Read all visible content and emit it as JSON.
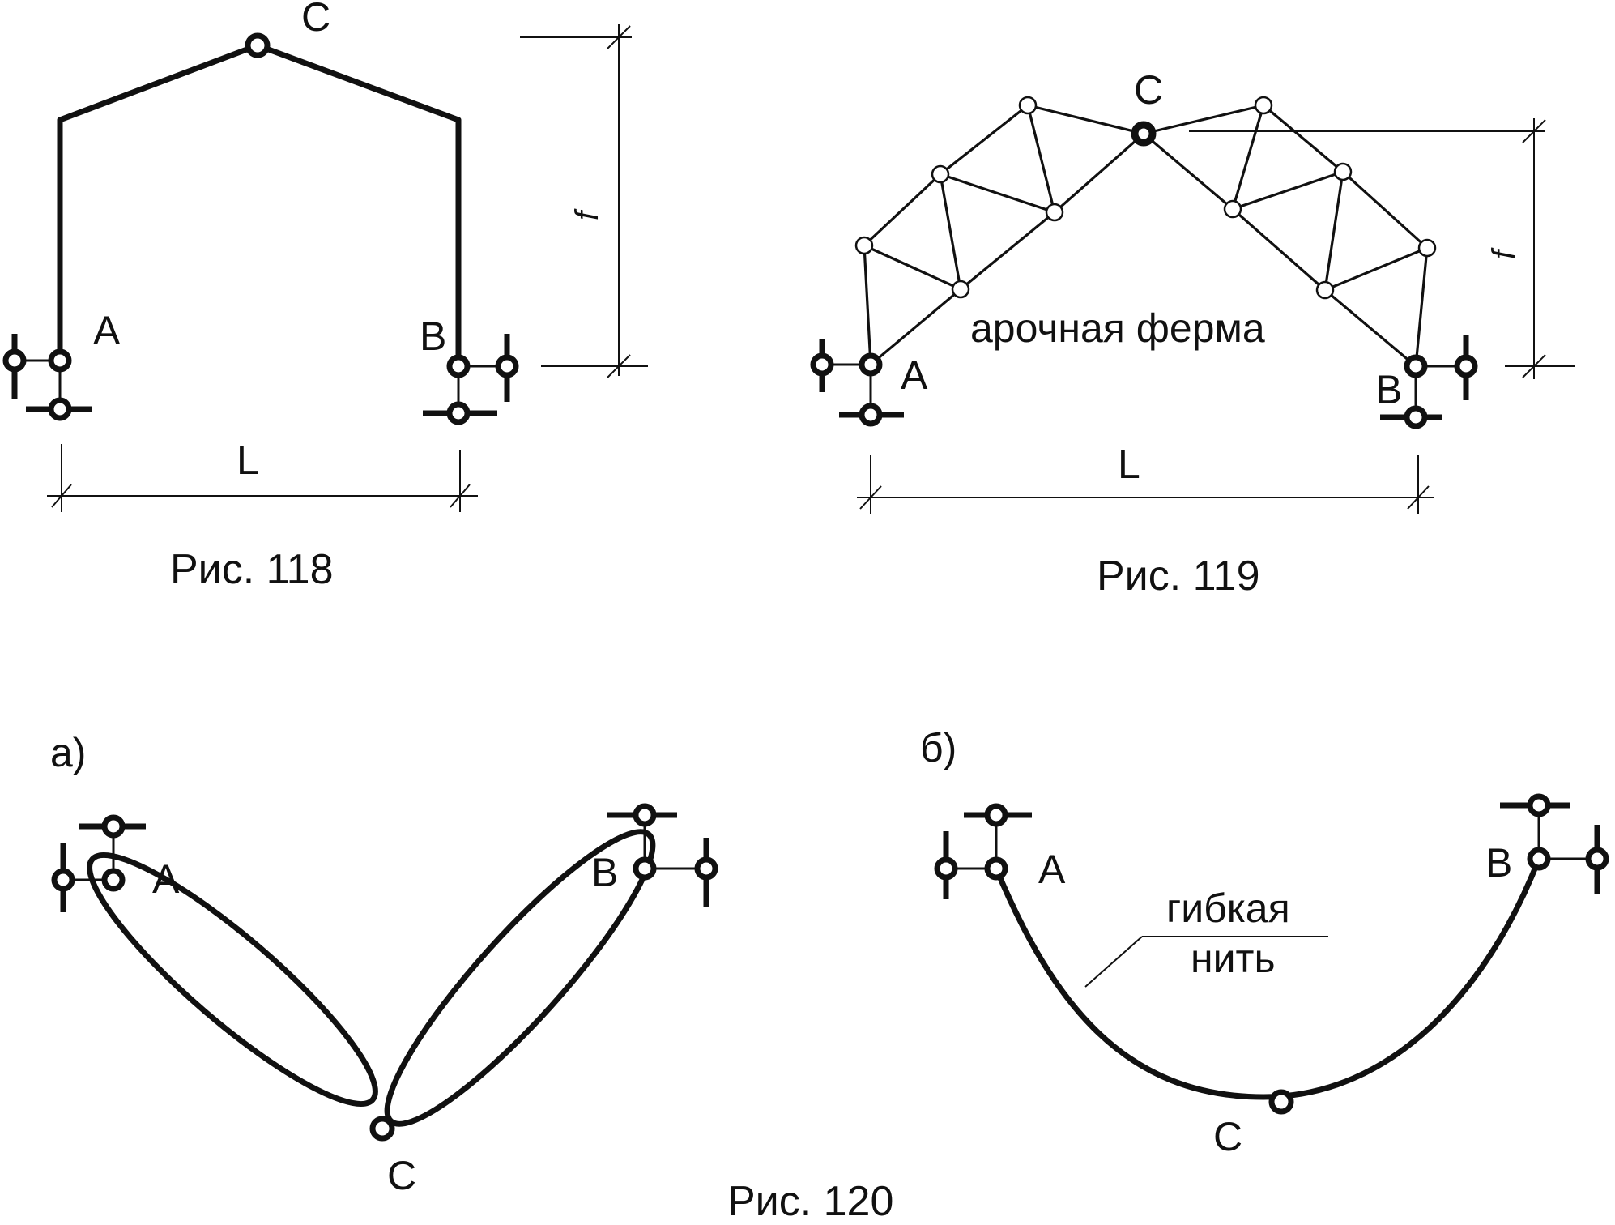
{
  "fig118": {
    "label_A": "A",
    "label_B": "B",
    "label_C": "C",
    "dim_L": "L",
    "dim_f": "f",
    "caption": "Рис. 118"
  },
  "fig119": {
    "label_A": "A",
    "label_B": "B",
    "label_C": "C",
    "dim_L": "L",
    "dim_f": "f",
    "truss_label": "арочная  ферма",
    "caption": "Рис. 119"
  },
  "fig120": {
    "sub_a": {
      "tag": "а)",
      "label_A": "A",
      "label_B": "B",
      "label_C": "C"
    },
    "sub_b": {
      "tag": "б)",
      "label_A": "A",
      "label_B": "B",
      "label_C": "C",
      "thread_label_line1": "гибкая",
      "thread_label_line2": "нить"
    },
    "caption": "Рис. 120"
  },
  "colors": {
    "ink": "#111111",
    "background": "#ffffff"
  }
}
